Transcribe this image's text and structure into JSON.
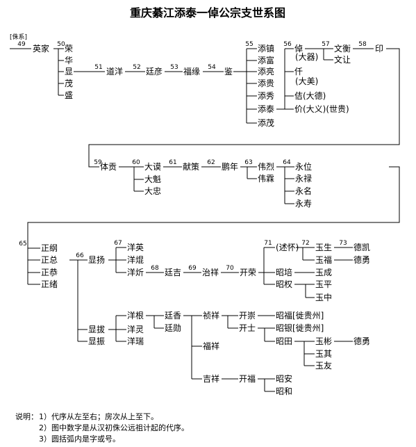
{
  "title": "重庆綦江添泰一倬公宗支世系图",
  "branch_label": "[侏系]",
  "notes": {
    "label": "说明：",
    "lines": [
      "1）代序从左至右；房次从上至下。",
      "2）图中数字是从汉初侏公远祖计起的代序。",
      "3）圆括弧内是字或号。"
    ]
  },
  "generations": {
    "g49": "49",
    "g50": "50",
    "g51": "51",
    "g52": "52",
    "g53": "53",
    "g54": "54",
    "g55": "55",
    "g56": "56",
    "g57": "57",
    "g58": "58",
    "g59": "59",
    "g60": "60",
    "g61": "61",
    "g62": "62",
    "g63": "63",
    "g64": "64",
    "g65": "65",
    "g66": "66",
    "g67": "67",
    "g68": "68",
    "g69": "69",
    "g70": "70",
    "g71": "71",
    "g72": "72",
    "g73": "73"
  },
  "names": {
    "yingjia": "英家",
    "rong": "荣",
    "hua": "华",
    "xian": "显",
    "mao": "茂",
    "sheng": "盛",
    "daoyang": "道洋",
    "tingyan": "廷彦",
    "fuyuan": "福缘",
    "jian": "鉴",
    "tianzhen": "添镇",
    "tianfu": "添富",
    "tianliang": "添亮",
    "tiangui": "添贵",
    "tianxiu": "添秀",
    "tiantai": "添泰",
    "tianmao": "添茂",
    "zhuo": "倬",
    "zhuo_alt": "(大器)",
    "qian": "仟",
    "qian_alt": "(大美)",
    "xin": "佶(大德)",
    "jia": "价(大义)(世贵)",
    "wenheng": "文衡",
    "wenrang": "文让",
    "yin": "印",
    "tigong": "体贡",
    "daxie": "大谟",
    "dakui": "大魁",
    "dazhong": "大忠",
    "xianfan": "献策",
    "pengnian": "鹏年",
    "weilie": "伟烈",
    "weilin": "伟霖",
    "yongwei": "永位",
    "yonglu": "永禄",
    "yongming": "永名",
    "yongshou": "永寿",
    "zhenggang": "正纲",
    "zhengzong": "正总",
    "zhenggong": "正恭",
    "zhengxu": "正绪",
    "xianyang": "显扬",
    "yangying": "洋英",
    "yanghao": "洋焜",
    "yangxin": "洋炘",
    "tingji": "廷吉",
    "zhixiang": "治祥",
    "kairong": "开荣",
    "shuhuai": "(述怀)",
    "yusheng": "玉生",
    "dekai": "德凯",
    "yufu": "玉福",
    "deyong": "德勇",
    "zhaopei": "昭培",
    "yucheng": "玉成",
    "zhaoquan": "昭权",
    "yuping": "玉平",
    "yuzhong": "玉中",
    "xianba": "显拔",
    "xianzhen": "显振",
    "yanggen": "洋根",
    "yangling": "洋灵",
    "yangrui": "洋瑞",
    "tingxiang": "廷香",
    "tingxun": "廷勋",
    "zhenxiang": "祯祥",
    "kaichong": "开崇",
    "kaishi": "开士",
    "zhaofu": "昭福[徙贵州]",
    "zhaoyin": "昭银[徙贵州]",
    "zhaotian": "昭田",
    "yubin": "玉彬",
    "deyong2": "德勇",
    "yuqi": "玉其",
    "yuyou": "玉友",
    "fuxiang": "福祥",
    "jixiang": "吉祥",
    "kaifu": "开福",
    "zhaoan": "昭安",
    "zhaohe": "昭和"
  }
}
